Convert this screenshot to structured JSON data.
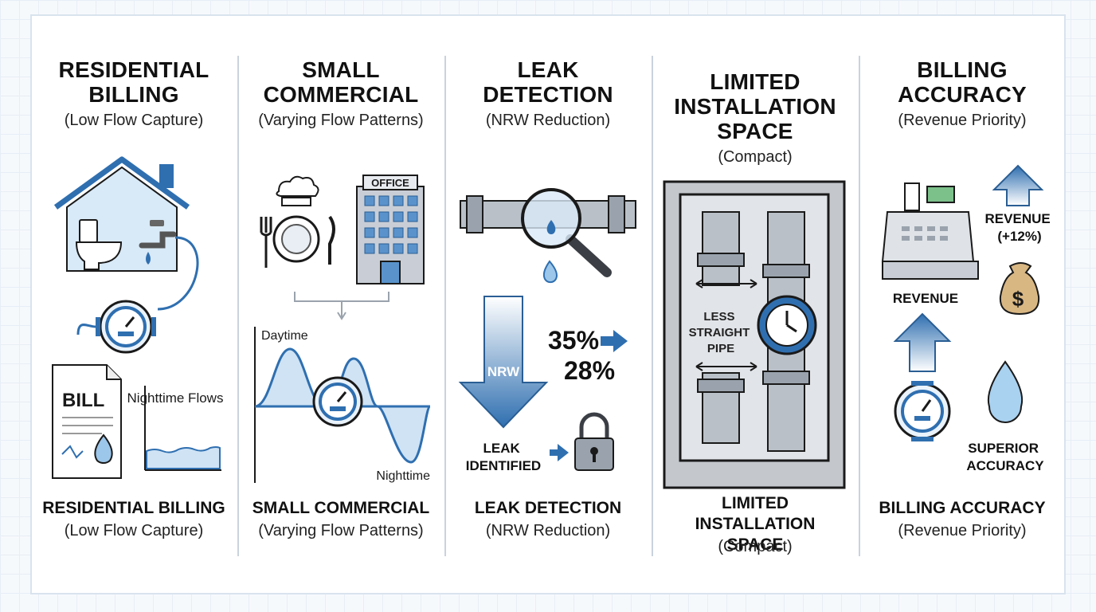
{
  "panels": [
    {
      "title": "RESIDENTIAL BILLING",
      "subtitle": "(Low Flow Capture)",
      "footer_title": "RESIDENTIAL BILLING",
      "footer_subtitle": "(Low Flow Capture)",
      "labels": {
        "bill": "BILL",
        "nighttime_flows": "Nighttime Flows"
      }
    },
    {
      "title": "SMALL COMMERCIAL",
      "subtitle": "(Varying Flow Patterns)",
      "footer_title": "SMALL COMMERCIAL",
      "footer_subtitle": "(Varying Flow Patterns)",
      "labels": {
        "office": "OFFICE",
        "daytime": "Daytime",
        "nighttime": "Nighttime"
      }
    },
    {
      "title": "LEAK DETECTION",
      "subtitle": "(NRW Reduction)",
      "footer_title": "LEAK DETECTION",
      "footer_subtitle": "(NRW Reduction)",
      "labels": {
        "nrw": "NRW",
        "before": "35%",
        "after": "28%",
        "leak_line1": "LEAK",
        "leak_line2": "IDENTIFIED"
      }
    },
    {
      "title": "LIMITED INSTALLATION SPACE",
      "subtitle": "(Compact)",
      "footer_title": "LIMITED INSTALLATION SPACE",
      "footer_subtitle": "(Compact)",
      "labels": {
        "line1": "LESS",
        "line2": "STRAIGHT",
        "line3": "PIPE"
      }
    },
    {
      "title": "BILLING ACCURACY",
      "subtitle": "(Revenue Priority)",
      "footer_title": "BILLING ACCURACY",
      "footer_subtitle": "(Revenue Priority)",
      "labels": {
        "revenue_up": "REVENUE",
        "revenue_gain": "(+12%)",
        "revenue": "REVENUE",
        "superior": "SUPERIOR",
        "accuracy": "ACCURACY"
      }
    }
  ],
  "colors": {
    "blue": "#2f6fb0",
    "light_blue": "#cfe3f5",
    "gray": "#9aa3ad",
    "dark": "#1a1a1a"
  }
}
